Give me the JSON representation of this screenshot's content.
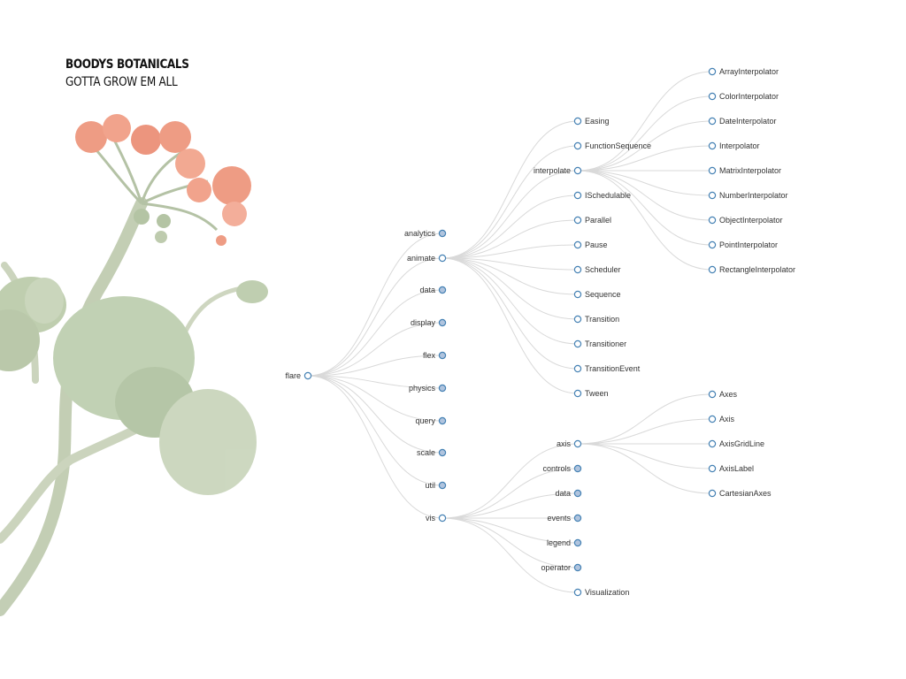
{
  "brand": {
    "name": "BOODYS BOTANICALS",
    "tagline": "GOTTA GROW EM ALL"
  },
  "colors": {
    "expanded_node_fill": "#ffffff",
    "collapsed_node_fill": "#b0c4de",
    "node_stroke": "#4682b4",
    "link": "#d9d9d9",
    "petal": "#ec8b6f",
    "leaf": "#b7c9a7"
  },
  "tree": {
    "name": "flare",
    "children": [
      {
        "name": "analytics",
        "collapsed": true
      },
      {
        "name": "animate",
        "children": [
          {
            "name": "Easing"
          },
          {
            "name": "FunctionSequence"
          },
          {
            "name": "interpolate",
            "children": [
              {
                "name": "ArrayInterpolator"
              },
              {
                "name": "ColorInterpolator"
              },
              {
                "name": "DateInterpolator"
              },
              {
                "name": "Interpolator"
              },
              {
                "name": "MatrixInterpolator"
              },
              {
                "name": "NumberInterpolator"
              },
              {
                "name": "ObjectInterpolator"
              },
              {
                "name": "PointInterpolator"
              },
              {
                "name": "RectangleInterpolator"
              }
            ]
          },
          {
            "name": "ISchedulable"
          },
          {
            "name": "Parallel"
          },
          {
            "name": "Pause"
          },
          {
            "name": "Scheduler"
          },
          {
            "name": "Sequence"
          },
          {
            "name": "Transition"
          },
          {
            "name": "Transitioner"
          },
          {
            "name": "TransitionEvent"
          },
          {
            "name": "Tween"
          }
        ]
      },
      {
        "name": "data",
        "collapsed": true
      },
      {
        "name": "display",
        "collapsed": true
      },
      {
        "name": "flex",
        "collapsed": true
      },
      {
        "name": "physics",
        "collapsed": true
      },
      {
        "name": "query",
        "collapsed": true
      },
      {
        "name": "scale",
        "collapsed": true
      },
      {
        "name": "util",
        "collapsed": true
      },
      {
        "name": "vis",
        "children": [
          {
            "name": "axis",
            "children": [
              {
                "name": "Axes"
              },
              {
                "name": "Axis"
              },
              {
                "name": "AxisGridLine"
              },
              {
                "name": "AxisLabel"
              },
              {
                "name": "CartesianAxes"
              }
            ]
          },
          {
            "name": "controls",
            "collapsed": true
          },
          {
            "name": "data",
            "collapsed": true
          },
          {
            "name": "events",
            "collapsed": true
          },
          {
            "name": "legend",
            "collapsed": true
          },
          {
            "name": "operator",
            "collapsed": true
          },
          {
            "name": "Visualization"
          }
        ]
      }
    ]
  }
}
